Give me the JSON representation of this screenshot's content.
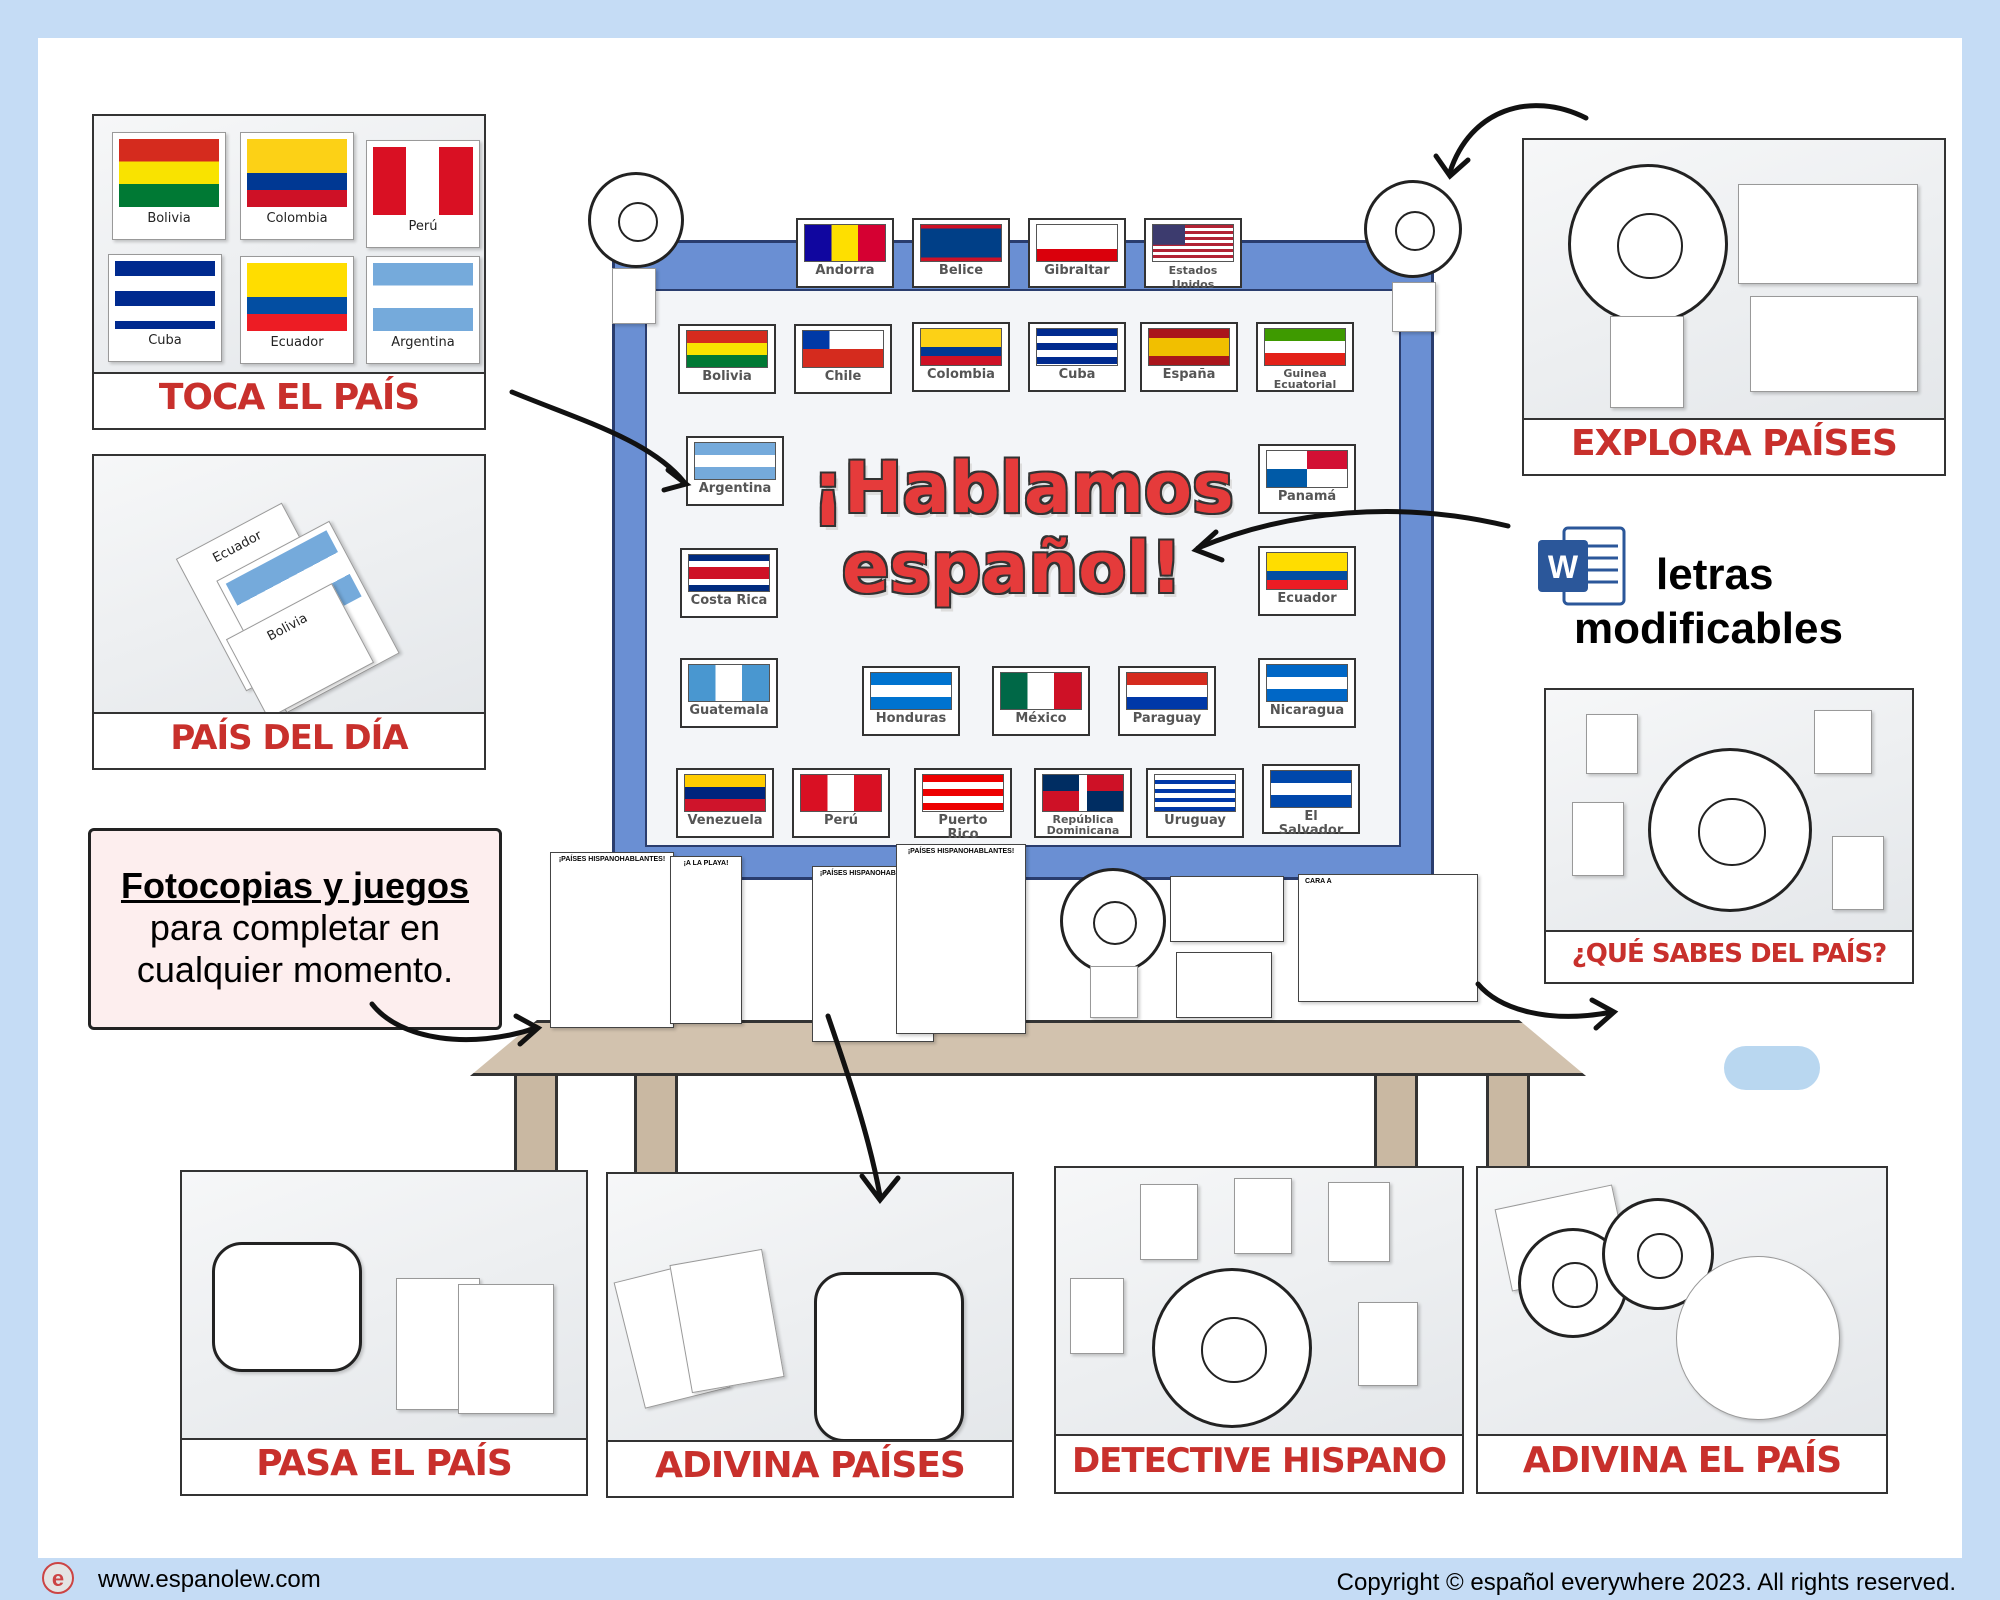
{
  "colors": {
    "accent_red": "#c8302c",
    "board_blue": "#6a8fd3",
    "background": "#c5dcf5"
  },
  "panels": {
    "toca": {
      "caption": "TOCA EL PAÍS",
      "flags": [
        "Bolivia",
        "Colombia",
        "Perú",
        "Cuba",
        "Ecuador",
        "Argentina"
      ]
    },
    "pais_dia": {
      "caption": "PAÍS DEL DÍA",
      "cards": [
        "Ecuador",
        "Argentina",
        "Bolivia"
      ]
    },
    "explora": {
      "caption": "EXPLORA PAÍSES"
    },
    "que_sabes": {
      "caption": "¿QUÉ SABES DEL PAÍS?"
    },
    "pasa": {
      "caption": "PASA EL PAÍS"
    },
    "adivina_paises": {
      "caption": "ADIVINA PAÍSES"
    },
    "detective": {
      "caption": "DETECTIVE HISPANO"
    },
    "adivina_el": {
      "caption": "ADIVINA EL PAÍS"
    }
  },
  "board": {
    "title_line1": "¡Hablamos",
    "title_line2": "español!",
    "top_flags": [
      "Andorra",
      "Belice",
      "Gibraltar",
      "Estados Unidos"
    ],
    "row1": [
      "Bolivia",
      "Chile",
      "Colombia",
      "Cuba",
      "España",
      "Guinea Ecuatorial"
    ],
    "left": [
      "Argentina",
      "Costa Rica",
      "Guatemala"
    ],
    "right": [
      "Panamá",
      "Ecuador",
      "Nicaragua"
    ],
    "middle": [
      "Honduras",
      "México",
      "Paraguay"
    ],
    "bottom": [
      "Venezuela",
      "Perú",
      "Puerto Rico",
      "República Dominicana",
      "Uruguay",
      "El Salvador"
    ]
  },
  "worksheets": {
    "h1": "¡PAÍSES HISPANOHABLANTES!",
    "h2": "¡A LA PLAYA!",
    "h3": "¡PAÍSES HISPANOHABLANTES!",
    "h4": "¡PAÍSES HISPANOHABLANTES!",
    "h5": "CARA A"
  },
  "callout": {
    "line1": "Fotocopias y juegos",
    "line2": "para completar en",
    "line3": "cualquier momento."
  },
  "word": {
    "icon": "word-doc-icon",
    "line1": "letras",
    "line2": "modificables"
  },
  "footer": {
    "url": "www.espanolew.com",
    "copyright": "Copyright © español everywhere 2023. All rights reserved."
  }
}
